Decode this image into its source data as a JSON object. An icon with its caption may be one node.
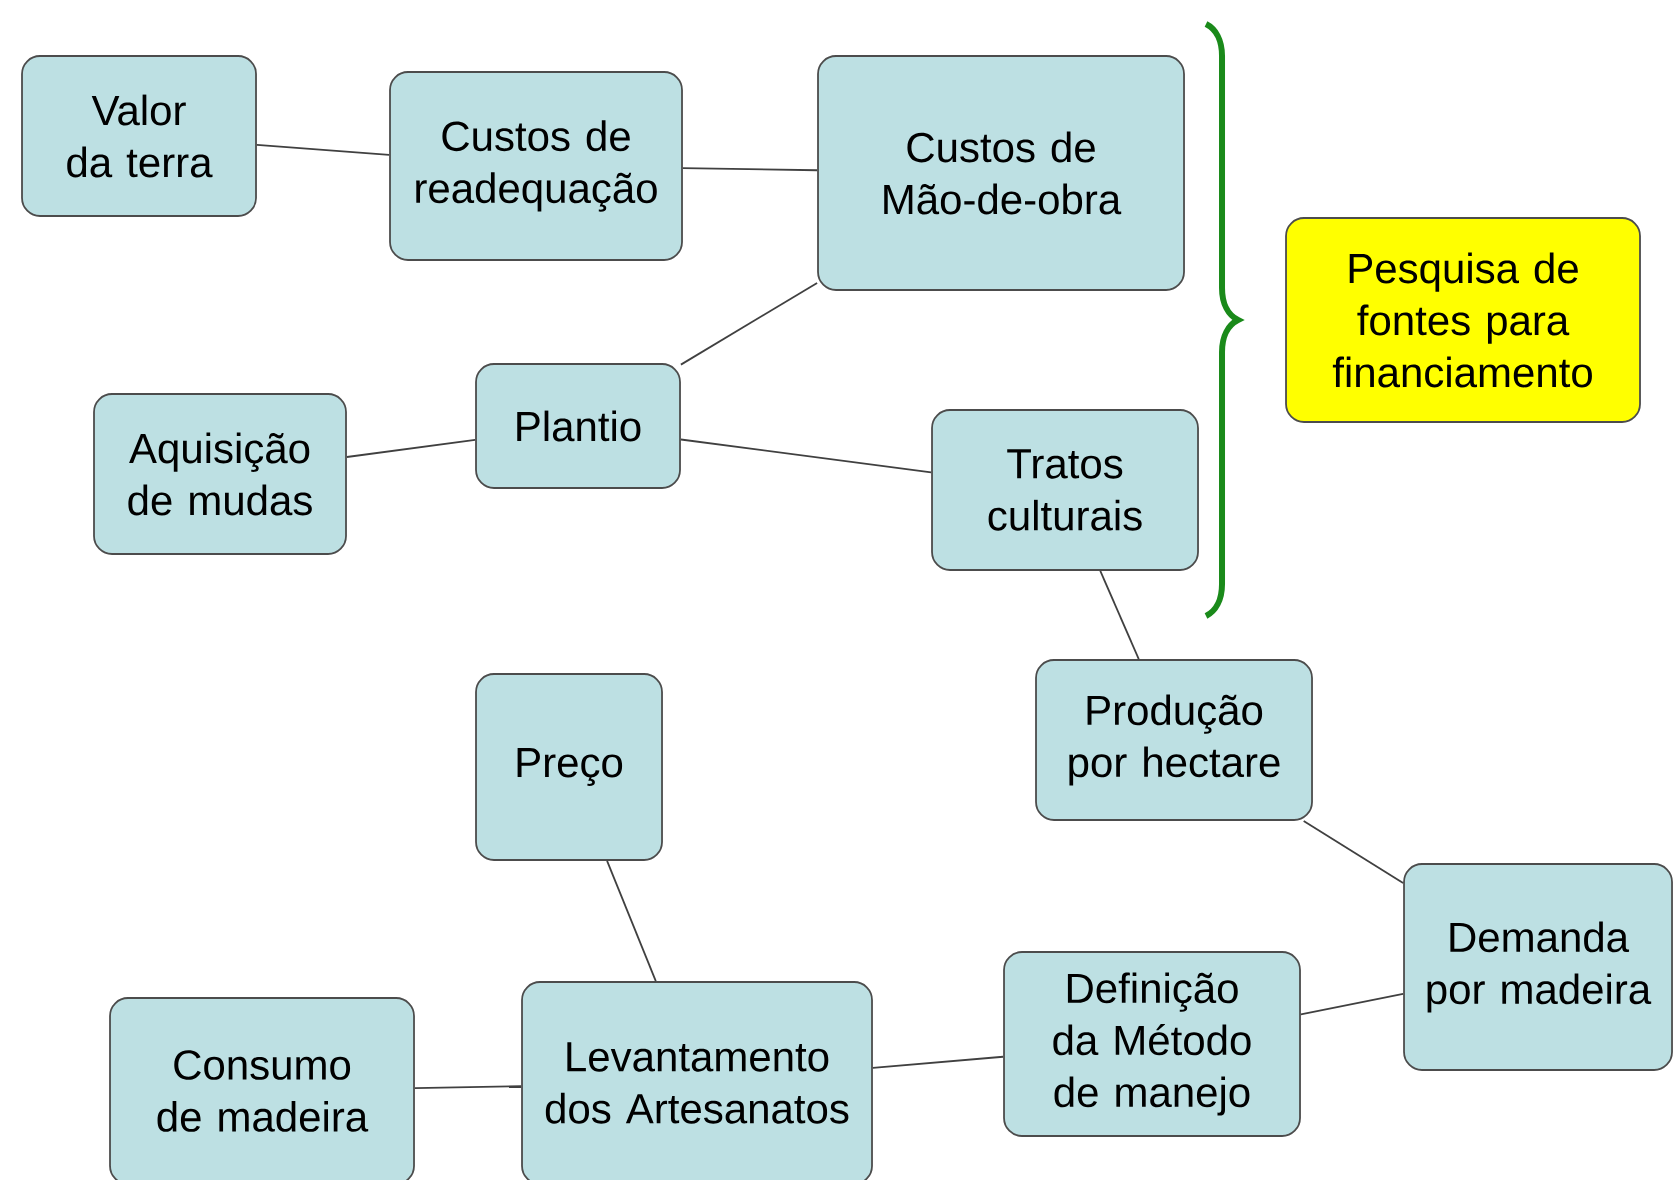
{
  "diagram": {
    "nodes": [
      {
        "text": [
          "Valor da terra"
        ]
      },
      {
        "text": [
          "Custos de readequação"
        ]
      },
      {
        "text": [
          "Custos de Mão-de-obra"
        ]
      },
      {
        "text": [
          "Pesquisa de fontes para financiamento"
        ]
      },
      {
        "text": [
          "Plantio"
        ]
      },
      {
        "text": [
          "Aquisição de mudas"
        ]
      },
      {
        "text": [
          "Tratos culturais"
        ]
      },
      {
        "text": [
          "Produção por hectare"
        ]
      },
      {
        "text": [
          "Preço"
        ]
      },
      {
        "text": [
          "Demanda por madeira"
        ]
      },
      {
        "text": [
          "Consumo de madeira"
        ]
      },
      {
        "text": [
          "Levantamento dos Artesanatos"
        ]
      },
      {
        "text": [
          "Definição da Método de manejo"
        ]
      }
    ],
    "edges": [
      {
        "from": 0,
        "to": 1,
        "arrow": "none"
      },
      {
        "from": 1,
        "to": 2,
        "arrow": "none"
      },
      {
        "from": 2,
        "to": 4,
        "arrow": "none"
      },
      {
        "from": 5,
        "to": 4,
        "arrow": "none"
      },
      {
        "from": 4,
        "to": 6,
        "arrow": "none"
      },
      {
        "from": 6,
        "to": 7,
        "arrow": "none"
      },
      {
        "from": 7,
        "to": 9,
        "arrow": "none"
      },
      {
        "from": 8,
        "to": 11,
        "arrow": "none"
      },
      {
        "from": 10,
        "to": 11,
        "arrow": "none"
      },
      {
        "from": 11,
        "to": 12,
        "arrow": "none"
      },
      {
        "from": 12,
        "to": 9,
        "arrow": "none"
      }
    ]
  }
}
